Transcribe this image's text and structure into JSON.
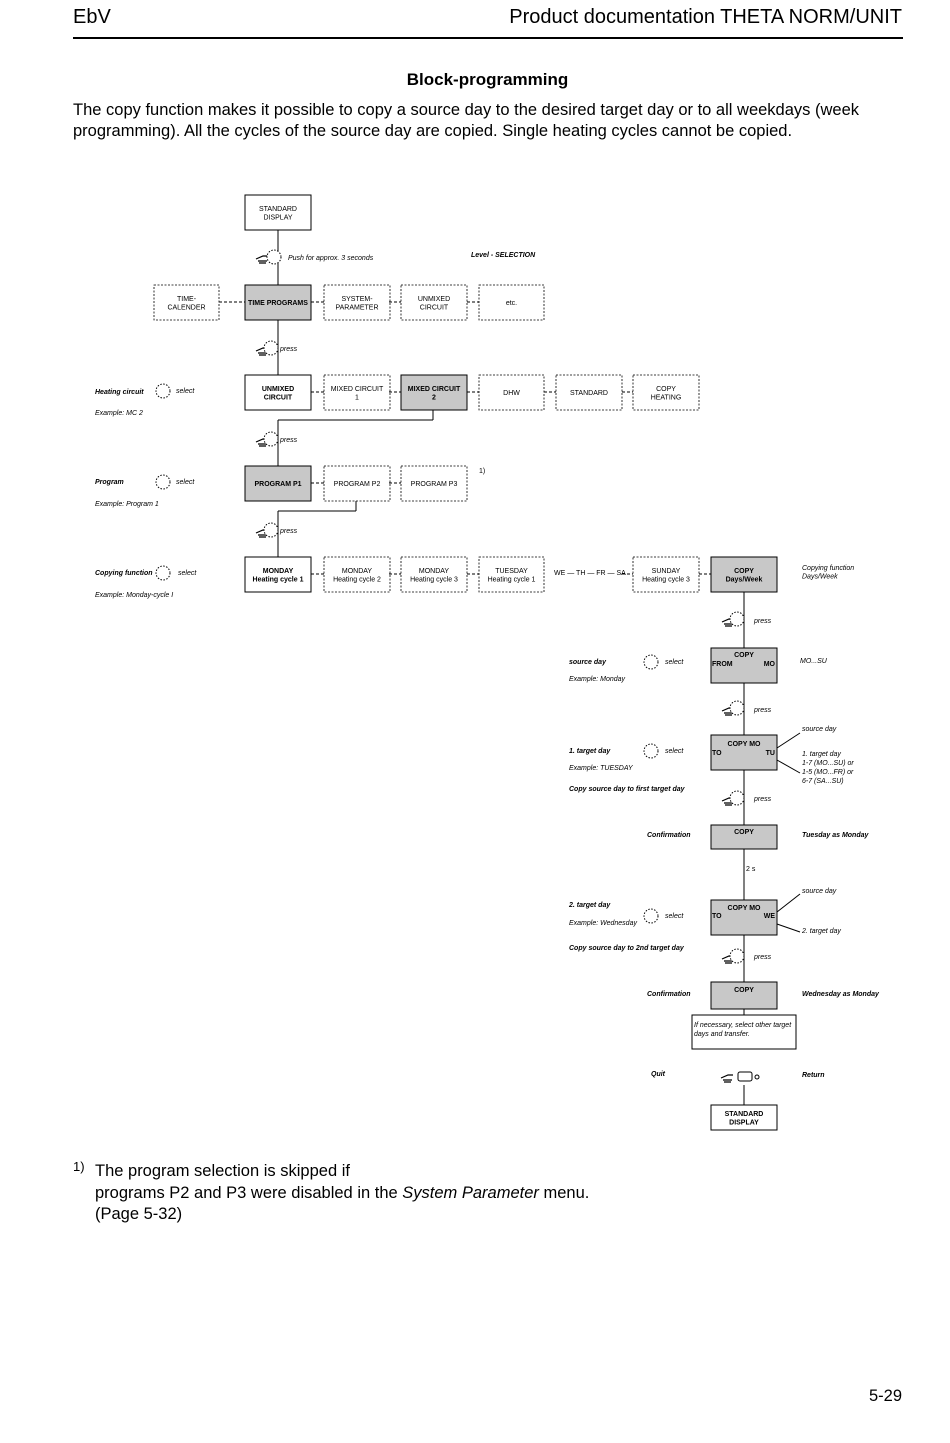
{
  "header": {
    "left": "EbV",
    "right": "Product documentation THETA NORM/UNIT"
  },
  "title": "Block-programming",
  "intro": "The copy function makes it possible to copy a source day to the desired target day or to all weekdays (week programming). All the cycles of the source day are copied. Single heating cycles cannot be copied.",
  "diagram": {
    "standard_display_1": "STANDARD|DISPLAY",
    "push_note": "Push for approx. 3 seconds",
    "level_selection": "Level - SELECTION",
    "level_boxes": [
      "TIME-|CALENDER",
      "TIME PROGRAMS",
      "SYSTEM-|PARAMETER",
      "UNMIXED|CIRCUIT",
      "etc."
    ],
    "press": "press",
    "select": "select",
    "heating_circuit": "Heating circuit",
    "example_mc2": "Example: MC 2",
    "circuit_boxes": [
      "UNMIXED|CIRCUIT",
      "MIXED CIRCUIT|1",
      "MIXED CIRCUIT|2",
      "DHW",
      "STANDARD",
      "COPY|HEATING"
    ],
    "program": "Program",
    "example_program1": "Example: Program 1",
    "program_boxes": [
      "PROGRAM P1",
      "PROGRAM P2",
      "PROGRAM P3"
    ],
    "footnote_ref": "1)",
    "copying_function": "Copying function",
    "example_monday": "Example: Monday-cycle I",
    "day_boxes": [
      "MONDAY|Heating cycle 1",
      "MONDAY|Heating cycle 2",
      "MONDAY|Heating cycle 3",
      "TUESDAY|Heating cycle 1",
      "SUNDAY|Heating cycle 3"
    ],
    "week_sequence": "WE — TH — FR — SA",
    "copy_days_week": "COPY|Days/Week",
    "copying_function_note": "Copying function|Days/Week",
    "source_day": "source day",
    "example_source_monday": "Example: Monday",
    "copy_from": "COPY",
    "from_label": "FROM",
    "mo_label": "MO",
    "mo_su": "MO...SU",
    "source_day_note": "source day",
    "target_day_1": "1. target day",
    "example_tuesday": "Example: TUESDAY",
    "copy_mo": "COPY MO",
    "to_label": "TO",
    "tu_label": "TU",
    "target_note_1": "1. target day|1-7 (MO...SU) or|1-5 (MO...FR) or|6-7 (SA...SU)",
    "copy_first_target": "Copy source day to first target day",
    "confirmation": "Confirmation",
    "copy": "COPY",
    "tuesday_as_monday": "Tuesday as Monday",
    "two_s": "2 s",
    "target_day_2": "2. target day",
    "example_wednesday": "Example: Wednesday",
    "we_label": "WE",
    "target_note_2": "2. target day",
    "copy_second_target": "Copy source day to 2nd target day",
    "wednesday_as_monday": "Wednesday as Monday",
    "if_necessary": "If necessary, select other target|days and transfer.",
    "quit": "Quit",
    "return": "Return",
    "standard_display_2": "STANDARD|DISPLAY"
  },
  "footnote": {
    "mark": "1)",
    "lines": [
      "The program selection is skipped if",
      "programs P2 and P3 were disabled in the ",
      "System Parameter",
      " menu.",
      "(Page 5-32)"
    ]
  },
  "page_number": "5-29"
}
